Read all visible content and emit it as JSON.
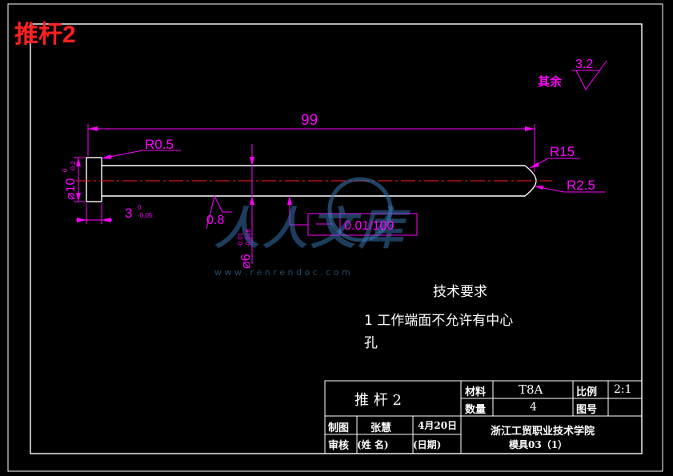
{
  "header": {
    "title": "推杆2"
  },
  "colors": {
    "background": "#000000",
    "outline": "#ffffff",
    "dimension": "#ff00ff",
    "center_line": "#ff2020",
    "title_red": "#ff2020",
    "watermark": "#3a7ab8"
  },
  "roughness": {
    "label": "其余",
    "value": "3.2"
  },
  "dimensions": {
    "length": "99",
    "head_radius": "R0.5",
    "end_radius_large": "R15",
    "end_radius_small": "R2.5",
    "head_diameter_base": "⌀10",
    "head_diameter_tol_upper": "0",
    "head_diameter_tol_lower": "-0.2",
    "head_length_base": "3",
    "head_length_tol_upper": "0",
    "head_length_tol_lower": "-0.05",
    "shaft_diameter_base": "⌀6",
    "shaft_diameter_tol_upper": "-0.01",
    "shaft_diameter_tol_lower": "-0.018",
    "roughness_shaft": "0.8",
    "tolerance_frame": "0.01/100"
  },
  "watermark": {
    "cn": "人人文库",
    "url": "w w w . r e n r e n d o c . c o m"
  },
  "tech_requirements": {
    "title": "技术要求",
    "line1": "1 工作端面不允许有中心",
    "line2": "孔"
  },
  "title_block": {
    "part_name": "推 杆 2",
    "material_label": "材料",
    "material_value": "T8A",
    "scale_label": "比例",
    "scale_value": "2:1",
    "qty_label": "数量",
    "qty_value": "4",
    "drawing_no_label": "图号",
    "drawing_no_value": "",
    "drawn_label": "制图",
    "drawn_name": "张慧",
    "drawn_date": "4月20日",
    "check_label": "审核",
    "check_name": "(姓  名)",
    "check_date": "(日期)",
    "school": "浙江工贸职业技术学院",
    "class": "模具03（1）"
  }
}
